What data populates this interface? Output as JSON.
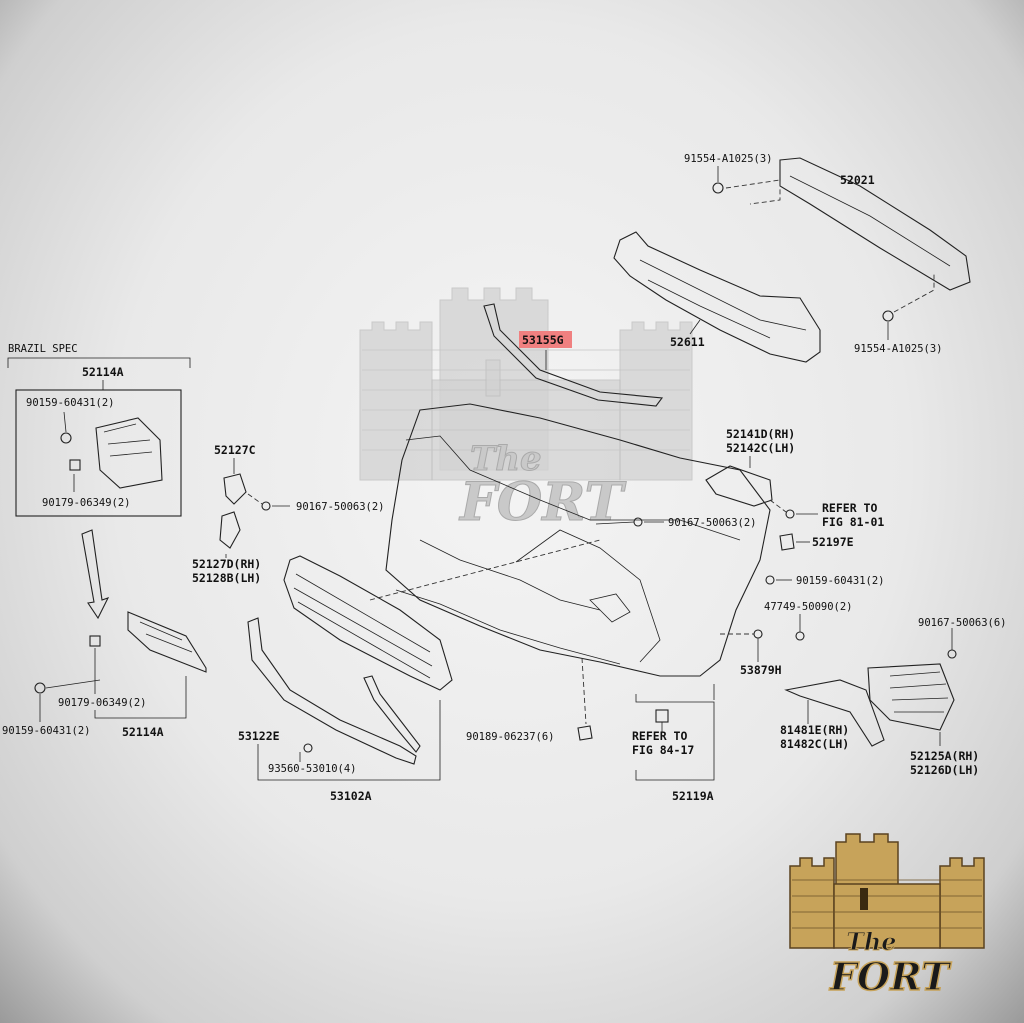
{
  "labels": {
    "brazil_spec": "BRAZIL SPEC",
    "p52114A_top": "52114A",
    "p90159_60431_2_box": "90159-60431(2)",
    "p90179_06349_2_box": "90179-06349(2)",
    "p52127C": "52127C",
    "p52127D": "52127D(RH)",
    "p52128B": "52128B(LH)",
    "p90167_50063_2_a": "90167-50063(2)",
    "p53155G": "53155G",
    "p52611": "52611",
    "p91554_top": "91554-A1025(3)",
    "p52021": "52021",
    "p91554_bottom": "91554-A1025(3)",
    "p52141D": "52141D(RH)",
    "p52142C": "52142C(LH)",
    "refer_81_line1": "REFER TO",
    "refer_81_line2": "FIG 81-01",
    "p90167_50063_2_b": "90167-50063(2)",
    "p52197E": "52197E",
    "p90159_60431_2_right": "90159-60431(2)",
    "p47749_50090_2": "47749-50090(2)",
    "p53879H": "53879H",
    "p90167_50063_6": "90167-50063(6)",
    "p81481E": "81481E(RH)",
    "p81482C": "81482C(LH)",
    "p52125A": "52125A(RH)",
    "p52126D": "52126D(LH)",
    "p90179_06349_2_low": "90179-06349(2)",
    "p90159_60431_2_low": "90159-60431(2)",
    "p52114A_bottom": "52114A",
    "p53122E": "53122E",
    "p93560_53010_4": "93560-53010(4)",
    "p53102A": "53102A",
    "p90189_06237_6": "90189-06237(6)",
    "refer_84_line1": "REFER TO",
    "refer_84_line2": "FIG 84-17",
    "p52119A": "52119A"
  },
  "highlight": {
    "part": "53155G",
    "color": "#f08080"
  },
  "watermark": {
    "line1": "The",
    "line2": "FORT"
  },
  "logo": {
    "line1": "The",
    "line2": "FORT",
    "color": "#c7a35a"
  }
}
